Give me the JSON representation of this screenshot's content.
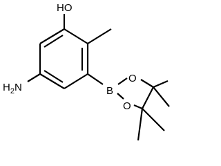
{
  "atoms": {
    "hydroxyl": "HO",
    "amine_main": "H",
    "amine_sub": "2",
    "amine_n": "N",
    "boron": "B",
    "oxygen_upper": "O",
    "oxygen_lower": "O"
  }
}
